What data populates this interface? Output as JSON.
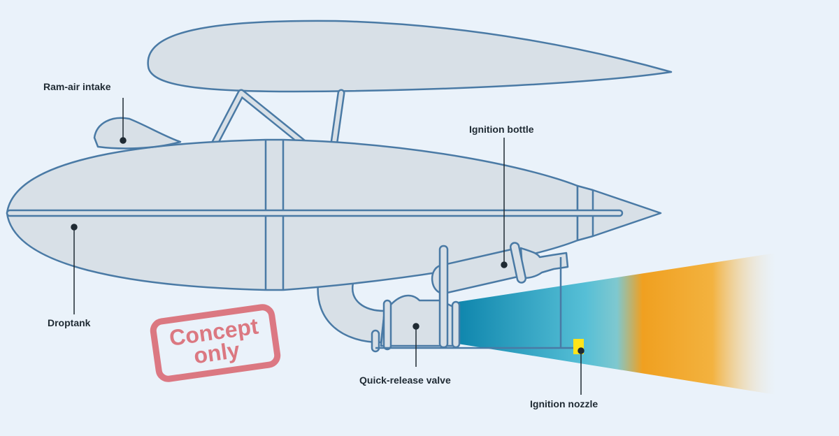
{
  "labels": {
    "ram_air_intake": "Ram-air intake",
    "ignition_bottle": "Ignition bottle",
    "droptank": "Droptank",
    "quick_release_valve": "Quick-release valve",
    "ignition_nozzle": "Ignition nozzle"
  },
  "stamp": {
    "line1": "Concept",
    "line2": "only"
  },
  "colors": {
    "background": "#eaf2fa",
    "fill": "#d8e0e7",
    "stroke": "#4a7aa5",
    "stamp": "#d9636d",
    "flame_teal": "#1a8db3",
    "flame_orange": "#f0a020",
    "nozzle_yellow": "#ffe41a"
  }
}
